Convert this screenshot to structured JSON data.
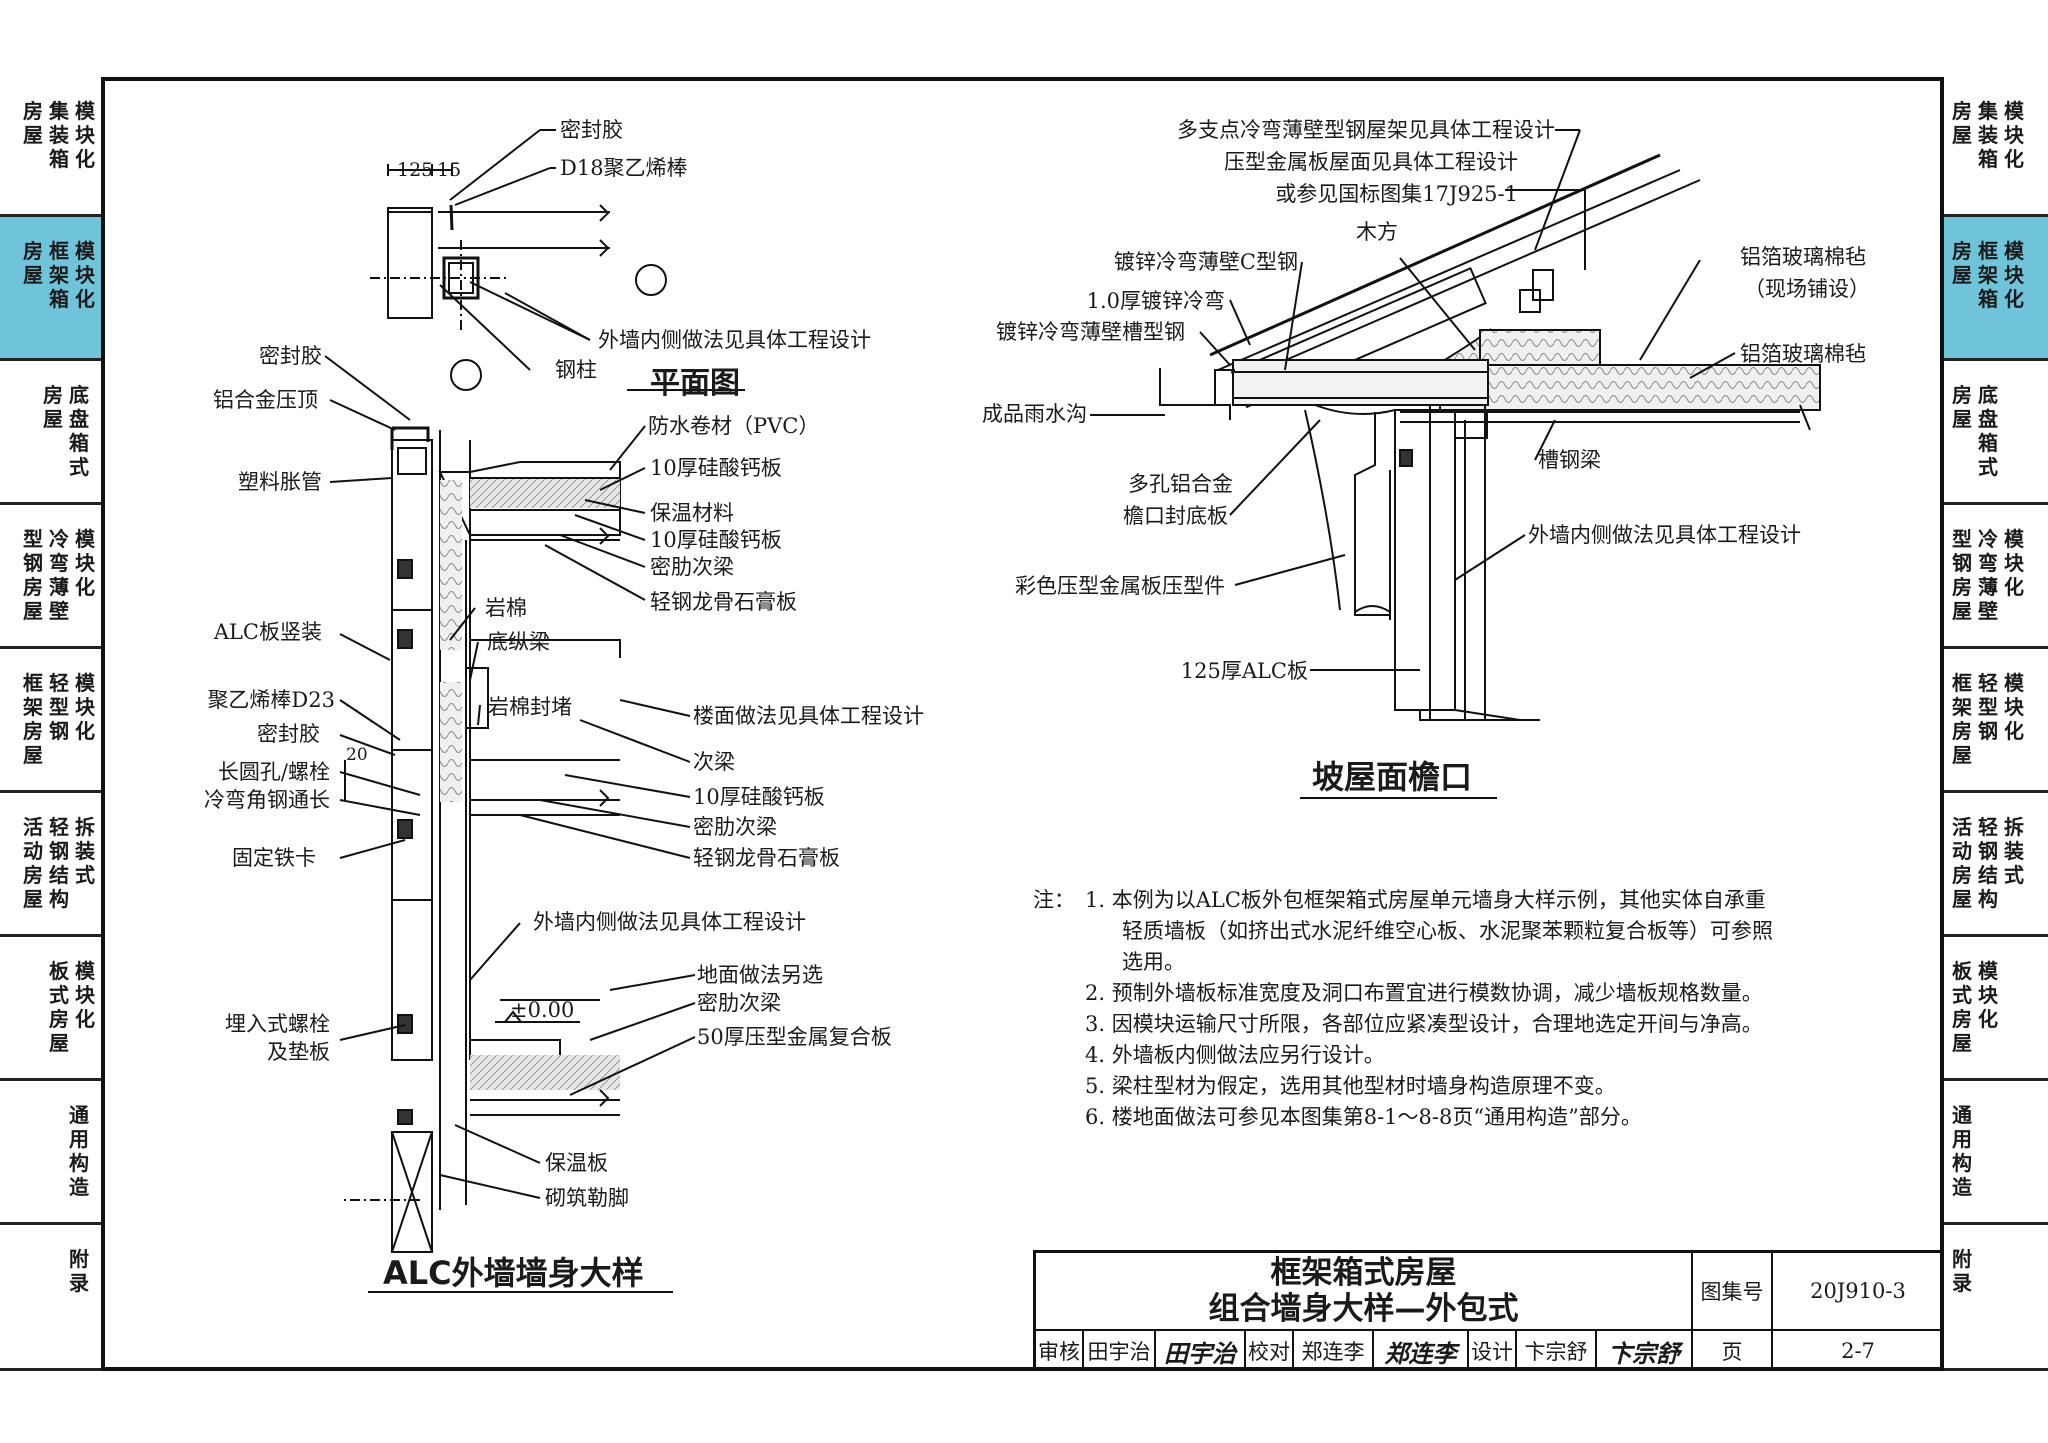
{
  "left_tabs": [
    {
      "lines": [
        "模块化",
        "集装箱",
        "房屋"
      ]
    },
    {
      "lines": [
        "模块化",
        "框架箱",
        "房屋"
      ]
    },
    {
      "lines": [
        "",
        "底盘箱式",
        "房屋"
      ]
    },
    {
      "lines": [
        "模块化",
        "冷弯薄壁",
        "型钢房屋"
      ]
    },
    {
      "lines": [
        "模块化",
        "轻型钢",
        "框架房屋"
      ]
    },
    {
      "lines": [
        "拆装式",
        "轻钢结构",
        "活动房屋"
      ]
    },
    {
      "lines": [
        "模块化",
        "板式房屋"
      ]
    },
    {
      "lines": [
        "",
        "通用构造"
      ]
    },
    {
      "lines": [
        "",
        "附录"
      ]
    }
  ],
  "right_tabs": [
    {
      "lines": [
        "房屋",
        "集装箱",
        "模块化"
      ]
    },
    {
      "lines": [
        "房屋",
        "框架箱",
        "模块化"
      ]
    },
    {
      "lines": [
        "房屋",
        "底盘箱式"
      ]
    },
    {
      "lines": [
        "型钢房屋",
        "冷弯薄壁",
        "模块化"
      ]
    },
    {
      "lines": [
        "框架房屋",
        "轻型钢",
        "模块化"
      ]
    },
    {
      "lines": [
        "活动房屋",
        "轻钢结构",
        "拆装式"
      ]
    },
    {
      "lines": [
        "板式房屋",
        "模块化"
      ]
    },
    {
      "lines": [
        "通用构造"
      ]
    },
    {
      "lines": [
        "附录"
      ]
    }
  ],
  "active_tab_index": 1,
  "colors": {
    "active_tab": "#6fc4d9",
    "line": "#111111",
    "insulation": "#d9d9d9"
  },
  "plan": {
    "dims": [
      "125",
      "15"
    ],
    "labels": [
      "密封胶",
      "D18聚乙烯棒",
      "外墙内侧做法见具体工程设计",
      "钢柱"
    ],
    "title": "平面图"
  },
  "wall_section": {
    "left_labels": [
      "密封胶",
      "铝合金压顶",
      "塑料胀管",
      "ALC板竖装",
      "聚乙烯棒D23",
      "密封胶",
      "长圆孔/螺栓",
      "冷弯角钢通长",
      "固定铁卡",
      "埋入式螺栓",
      "及垫板"
    ],
    "right_labels": [
      "防水卷材（PVC）",
      "10厚硅酸钙板",
      "保温材料",
      "10厚硅酸钙板",
      "密肋次梁",
      "轻钢龙骨石膏板",
      "岩棉",
      "底纵梁",
      "岩棉封堵",
      "楼面做法见具体工程设计",
      "次梁",
      "10厚硅酸钙板",
      "密肋次梁",
      "轻钢龙骨石膏板",
      "外墙内侧做法见具体工程设计",
      "地面做法另选",
      "密肋次梁",
      "50厚压型金属复合板",
      "保温板",
      "砌筑勒脚"
    ],
    "dim_20": "20",
    "level": "±0.00",
    "title": "ALC外墙墙身大样"
  },
  "eave": {
    "labels": [
      "多支点冷弯薄壁型钢屋架见具体工程设计",
      "压型金属板屋面见具体工程设计",
      "或参见国标图集17J925-1",
      "木方",
      "镀锌冷弯薄壁C型钢",
      "1.0厚镀锌冷弯",
      "镀锌冷弯薄壁槽型钢",
      "成品雨水沟",
      "多孔铝合金",
      "檐口封底板",
      "彩色压型金属板压型件",
      "125厚ALC板",
      "铝箔玻璃棉毡",
      "（现场铺设）",
      "铝箔玻璃棉毡",
      "槽钢梁",
      "外墙内侧做法见具体工程设计"
    ],
    "title": "坡屋面檐口"
  },
  "notes": {
    "prefix": "注：",
    "items": [
      "1.  本例为以ALC板外包框架箱式房屋单元墙身大样示例，其他实体自承重",
      "轻质墙板（如挤出式水泥纤维空心板、水泥聚苯颗粒复合板等）可参照",
      "选用。",
      "2.  预制外墙板标准宽度及洞口布置宜进行模数协调，减少墙板规格数量。",
      "3.  因模块运输尺寸所限，各部位应紧凑型设计，合理地选定开间与净高。",
      "4.  外墙板内侧做法应另行设计。",
      "5.  梁柱型材为假定，选用其他型材时墙身构造原理不变。",
      "6.  楼地面做法可参见本图集第8-1～8-8页“通用构造”部分。"
    ]
  },
  "title_block": {
    "title_line1": "框架箱式房屋",
    "title_line2": "组合墙身大样—外包式",
    "atlas_label": "图集号",
    "atlas_no": "20J910-3",
    "review_label": "审核",
    "reviewer": "田宇治",
    "review_sig": "田宇治",
    "check_label": "校对",
    "checker": "郑连李",
    "check_sig": "郑连李",
    "design_label": "设计",
    "designer": "卞宗舒",
    "design_sig": "卞宗舒",
    "page_label": "页",
    "page_no": "2-7"
  }
}
